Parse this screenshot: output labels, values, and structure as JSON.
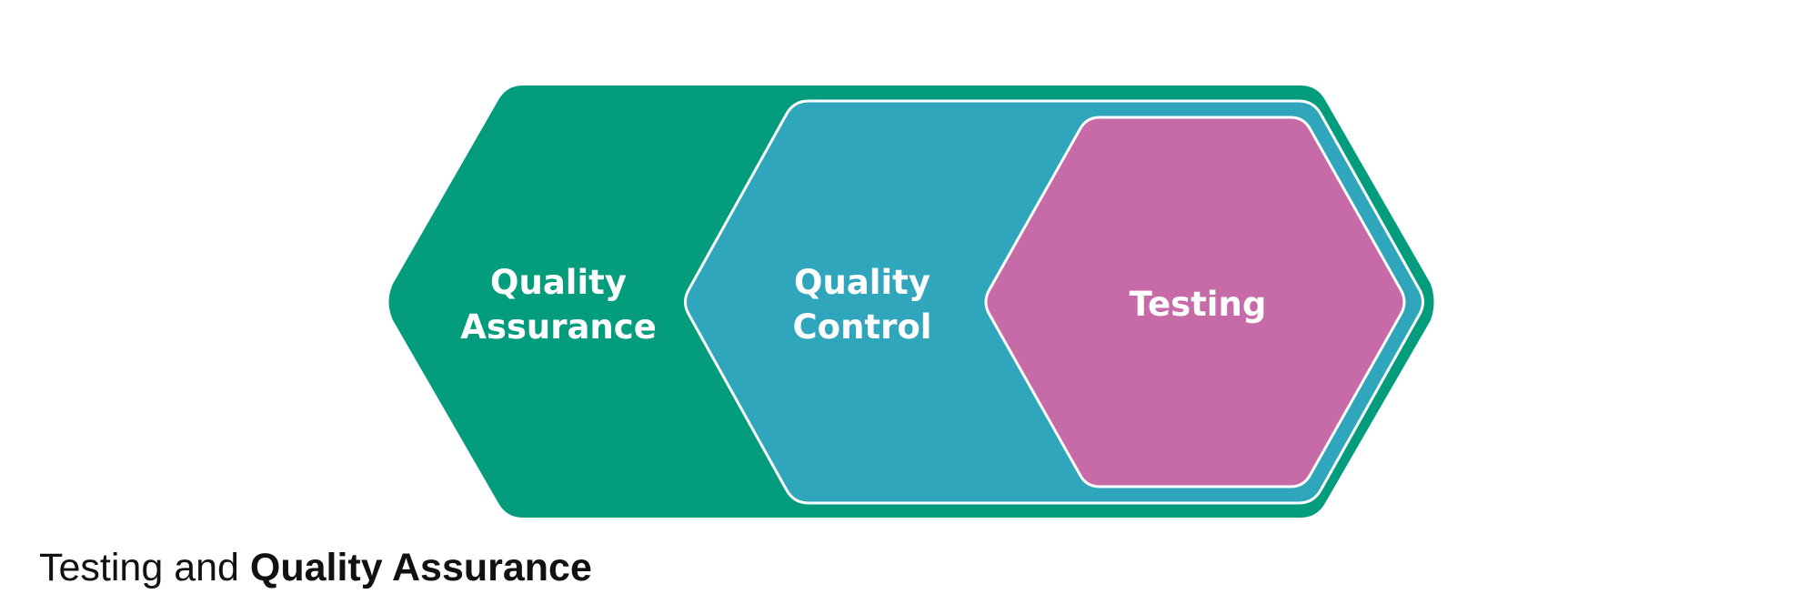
{
  "colors": {
    "quality_assurance": "#039C7D",
    "quality_control": "#2FA6BB",
    "testing": "#C66BA8",
    "outline": "#ffffff"
  },
  "shapes": {
    "quality_assurance": {
      "line1": "Quality",
      "line2": "Assurance"
    },
    "quality_control": {
      "line1": "Quality",
      "line2": "Control"
    },
    "testing": {
      "line1": "Testing"
    }
  },
  "caption": {
    "prefix": "Testing and ",
    "emphasis": "Quality Assurance"
  }
}
